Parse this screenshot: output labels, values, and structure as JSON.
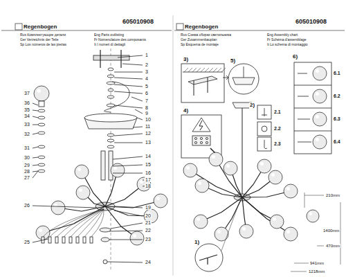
{
  "diagram": {
    "labels": [
      "605010908",
      "605010908",
      "Regenbogen",
      "Regenbogen",
      "Rus Комплектующие детали",
      "Ger Verzeichnis der Teile",
      "Sp Los números de las piezas",
      "Eng Parts outlisting",
      "Fr Nomenclature des composants",
      "It I numeri di dettagli",
      "Rus Схема сборки светильника",
      "Ger Zusammenbauplan",
      "Sp Esquema de montaje",
      "Eng Assembly chart",
      "Fr Schéma d'assemblage",
      "It Lo schema di montaggio",
      "1",
      "2",
      "3",
      "4",
      "5",
      "6",
      "7",
      "8",
      "9",
      "10",
      "11",
      "12",
      "13",
      "14",
      "15",
      "16",
      "17",
      "18",
      "19",
      "20",
      "21",
      "22",
      "23",
      "24",
      "25",
      "26",
      "27",
      "28",
      "29",
      "30",
      "31",
      "32",
      "33",
      "34",
      "35",
      "36",
      "37",
      "3)",
      "4)",
      "5)",
      "6)",
      "2)",
      "2.1",
      "2.2",
      "2.3",
      "6.1",
      "6.2",
      "6.3",
      "6.4",
      "1)",
      "210mm",
      "1400mm",
      "470mm",
      "941mm",
      "1218mm"
    ]
  }
}
